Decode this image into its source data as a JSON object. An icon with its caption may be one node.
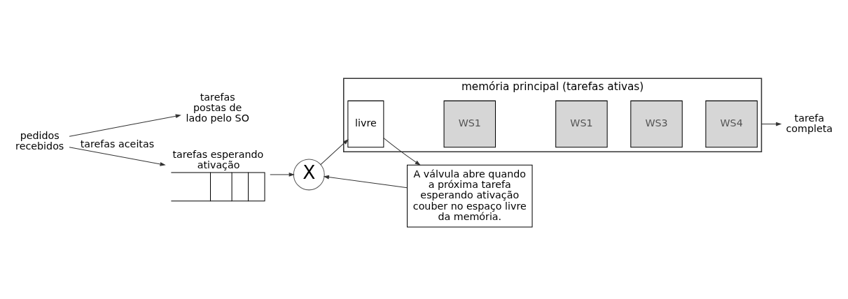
{
  "diagram": {
    "nodes": [
      {
        "text": [
          "pedidos recebidos"
        ]
      },
      {
        "text": [
          "tarefas postas de lado pelo SO"
        ]
      },
      {
        "text": [
          "tarefas esperando ativação"
        ]
      },
      {
        "text": [
          "X"
        ]
      },
      {
        "text": [
          "memória principal (tarefas ativas)"
        ]
      },
      {
        "text": [
          "livre"
        ],
        "in": 4
      },
      {
        "text": [
          "WS1"
        ],
        "in": 4
      },
      {
        "text": [
          "WS1"
        ],
        "in": 4
      },
      {
        "text": [
          "WS3"
        ],
        "in": 4
      },
      {
        "text": [
          "WS4"
        ],
        "in": 4
      },
      {
        "text": [
          "tarefa completa"
        ]
      },
      {
        "text": [
          "A válvula abre quando a próxima tarefa esperando ativação couber no espaço livre da memória."
        ]
      }
    ],
    "edges": [
      {
        "from": 0,
        "to": 2,
        "arrow": "to",
        "label": "tarefas aceitas"
      },
      {
        "from": 0,
        "to": 1,
        "arrow": "to"
      },
      {
        "from": 2,
        "to": 3,
        "arrow": "to"
      },
      {
        "from": 3,
        "to": 5,
        "arrow": "to"
      },
      {
        "from": 4,
        "to": 10,
        "arrow": "to"
      },
      {
        "from": 5,
        "to": 11,
        "arrow": "to"
      },
      {
        "from": 11,
        "to": 3,
        "arrow": "to"
      }
    ]
  }
}
